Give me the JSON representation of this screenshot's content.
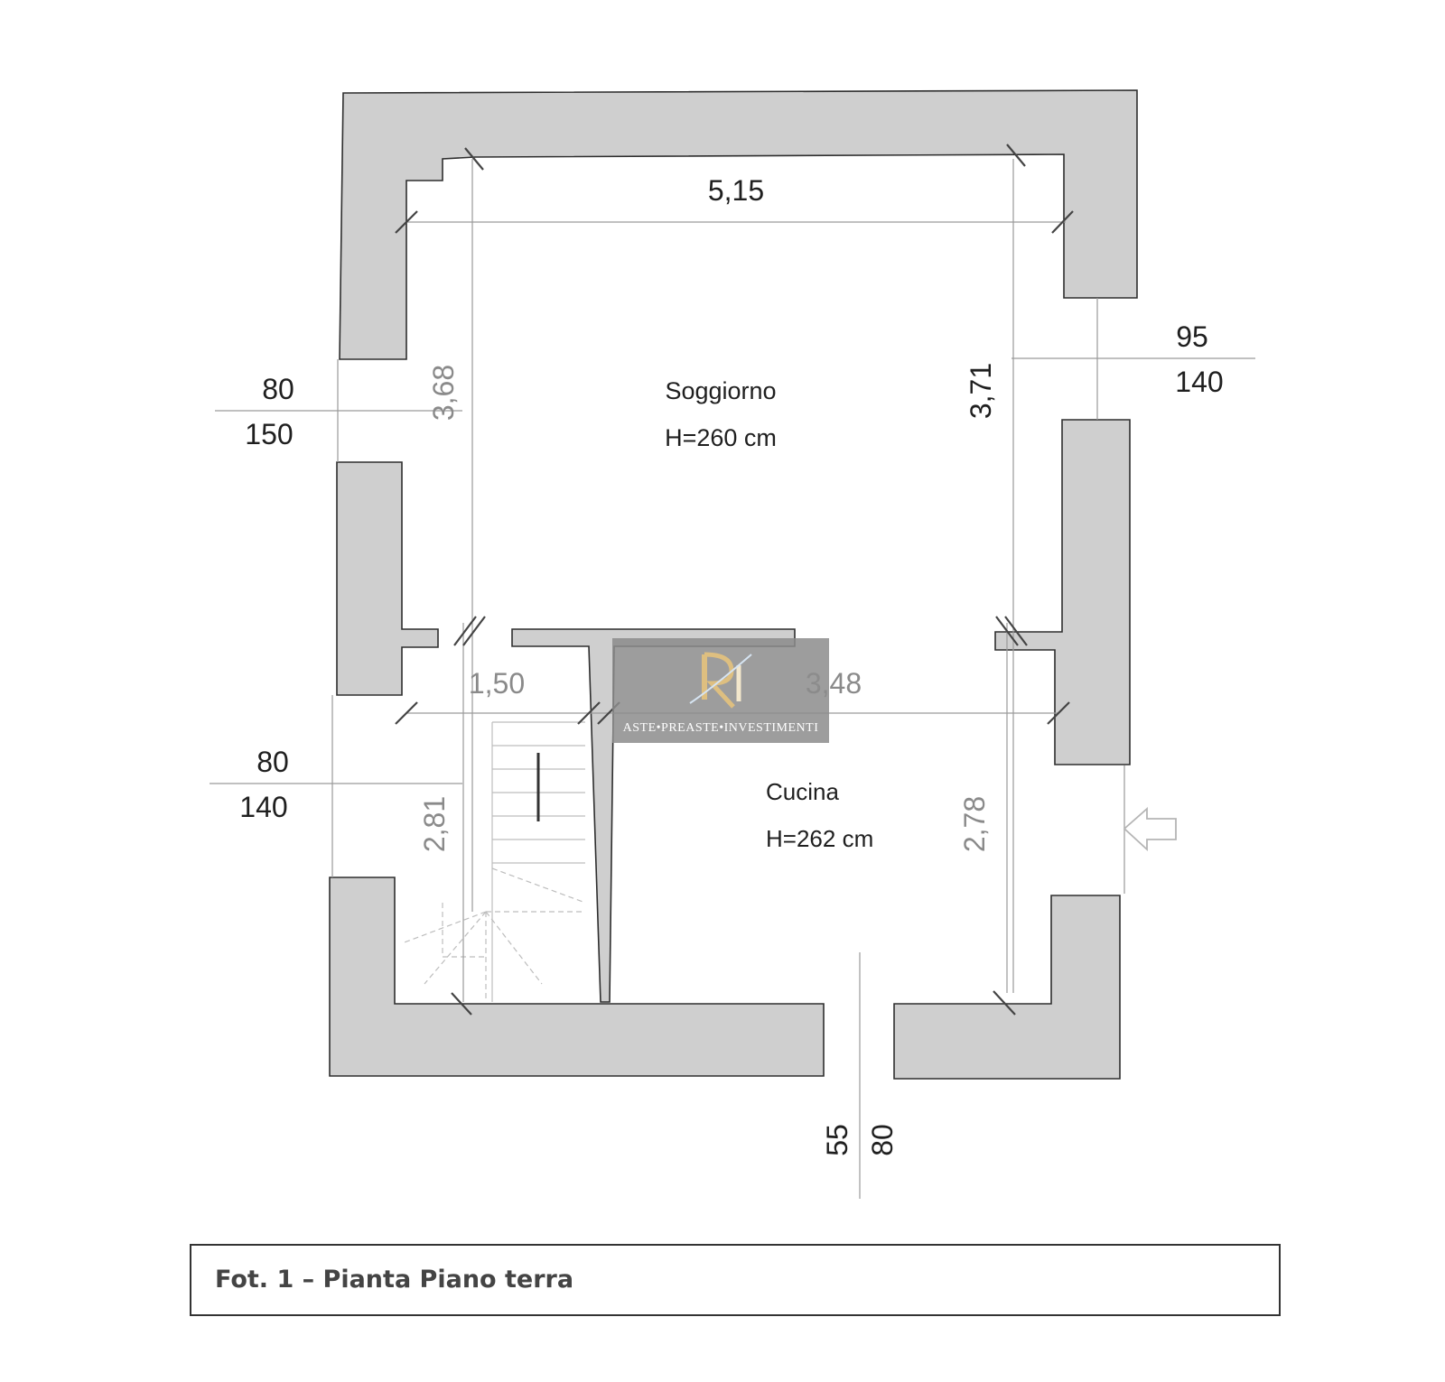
{
  "rooms": {
    "living": {
      "name": "Soggiorno",
      "height": "H=260 cm"
    },
    "kitchen": {
      "name": "Cucina",
      "height": "H=262 cm"
    }
  },
  "dimensions": {
    "top_width": "5,15",
    "living_left_height": "3,68",
    "living_right_height": "3,71",
    "stair_width": "1,50",
    "kitchen_width": "3,48",
    "stair_height": "2,81",
    "kitchen_right_height": "2,78"
  },
  "openings": {
    "left_upper": {
      "width": "80",
      "height": "150"
    },
    "left_lower": {
      "width": "80",
      "height": "140"
    },
    "right_upper": {
      "width": "95",
      "height": "140"
    },
    "bottom_door": {
      "width": "55",
      "height": "80"
    }
  },
  "watermark": {
    "text": "ASTE•PREASTE•INVESTIMENTI",
    "color": "#8c8c8c",
    "accent": "#d9b46a"
  },
  "caption": "Fot. 1 – Pianta Piano terra"
}
